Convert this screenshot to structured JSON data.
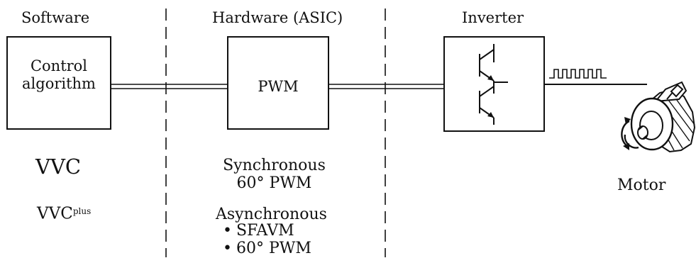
{
  "columns": {
    "software": "Software",
    "hardware": "Hardware (ASIC)",
    "inverter": "Inverter"
  },
  "boxes": {
    "control_line1": "Control",
    "control_line2": "algorithm",
    "pwm": "PWM"
  },
  "software_methods": {
    "vvc": "VVC",
    "vvc_plus_base": "VVC",
    "vvc_plus_sup": "plus"
  },
  "hardware_methods": {
    "sync_line1": "Synchronous",
    "sync_line2": "60° PWM",
    "async_title": "Asynchronous",
    "async_items": [
      "SFAVM",
      "60° PWM"
    ]
  },
  "motor_label": "Motor",
  "colors": {
    "line": "#111111",
    "background": "#ffffff"
  }
}
